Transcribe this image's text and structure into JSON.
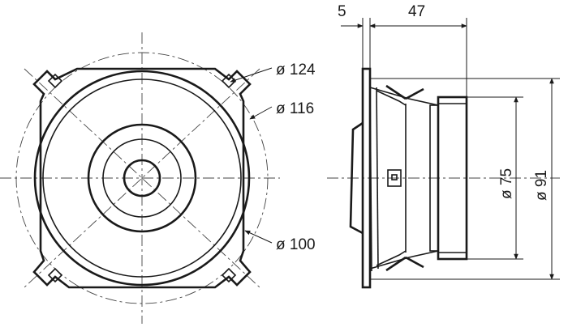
{
  "labels": {
    "top_width_5": "5",
    "top_width_47": "47",
    "dia_124": "ø 124",
    "dia_116": "ø 116",
    "dia_100": "ø 100",
    "dia_75": "ø 75",
    "dia_91": "ø 91"
  },
  "colors": {
    "line": "#1a1a1a",
    "background": "#ffffff"
  }
}
